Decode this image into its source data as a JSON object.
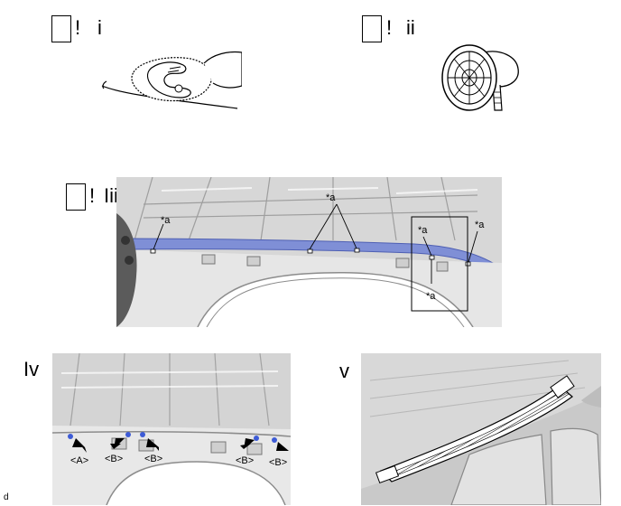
{
  "steps": [
    {
      "mark": "!",
      "label": "i"
    },
    {
      "mark": "!",
      "label": "ii"
    },
    {
      "mark": "!",
      "label": "Iii"
    }
  ],
  "panel_iv_label": "Iv",
  "panel_v_label": "v",
  "callout_a": "*a",
  "tags": [
    "<A>",
    "<B>",
    "<B>",
    "<B>",
    "<B>"
  ],
  "footer_mark": "d",
  "colors": {
    "primer_band": "#7f8fd6",
    "ceiling": "#d7d7d7",
    "car_body": "#cfcfcf"
  },
  "icons": [
    "wiping-hand-icon",
    "heat-gun-icon",
    "arrow-icon"
  ]
}
